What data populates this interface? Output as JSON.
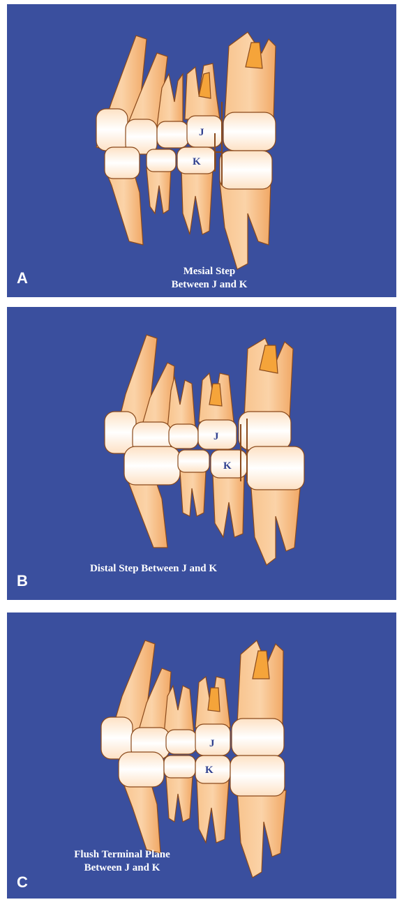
{
  "panels": [
    {
      "letter": "A",
      "caption_line1": "Mesial Step",
      "caption_line2": "Between J and K",
      "upper_tooth": "J",
      "lower_tooth": "K"
    },
    {
      "letter": "B",
      "caption_line1": "Distal Step Between J and K",
      "caption_line2": "",
      "upper_tooth": "J",
      "lower_tooth": "K"
    },
    {
      "letter": "C",
      "caption_line1": "Flush Terminal Plane",
      "caption_line2": "Between J and K",
      "upper_tooth": "J",
      "lower_tooth": "K"
    }
  ],
  "colors": {
    "background": "#3a4f9e",
    "tooth_root": "#f6b77a",
    "tooth_crown": "#fdf3e8",
    "pulp": "#f5a43a",
    "outline": "#8a4a1c",
    "label": "#2e3f8e",
    "caption": "#ffffff"
  }
}
